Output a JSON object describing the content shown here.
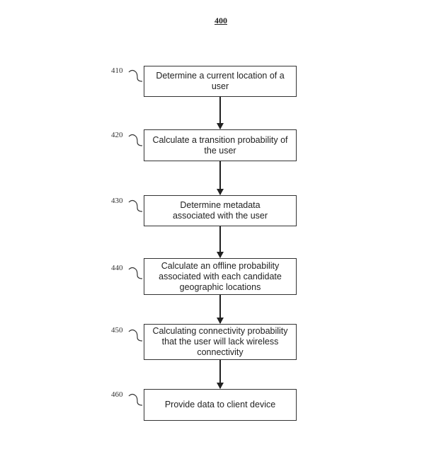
{
  "figure_number": "400",
  "steps": [
    {
      "ref": "410",
      "text": "Determine a current location of a user"
    },
    {
      "ref": "420",
      "text": "Calculate a transition probability of the user"
    },
    {
      "ref": "430",
      "text": "Determine metadata associated with the user"
    },
    {
      "ref": "440",
      "text": "Calculate an offline probability associated with each candidate geographic locations"
    },
    {
      "ref": "450",
      "text": "Calculating connectivity probability that the user will lack wireless connectivity"
    },
    {
      "ref": "460",
      "text": "Provide data to client device"
    }
  ]
}
